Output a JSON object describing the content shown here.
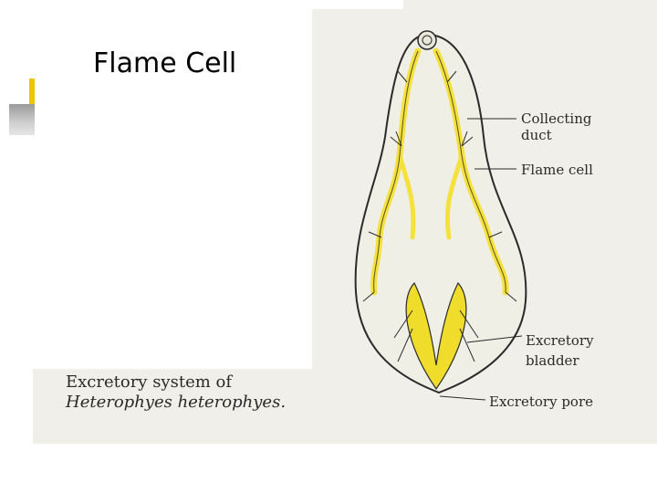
{
  "slide": {
    "title": "Flame Cell"
  },
  "figure": {
    "caption_line1": "Excretory system of",
    "caption_line2": "Heterophyes heterophyes.",
    "labels": {
      "collecting_duct_1": "Collecting",
      "collecting_duct_2": "duct",
      "flame_cell": "Flame cell",
      "excretory_bladder_1": "Excretory",
      "excretory_bladder_2": "bladder",
      "excretory_pore": "Excretory pore"
    },
    "colors": {
      "paper": "#f1efe9",
      "body_fill": "#efefe6",
      "outline": "#2b2b2b",
      "duct_yellow": "#f4e13c",
      "bladder_yellow": "#f0dc2a"
    }
  }
}
